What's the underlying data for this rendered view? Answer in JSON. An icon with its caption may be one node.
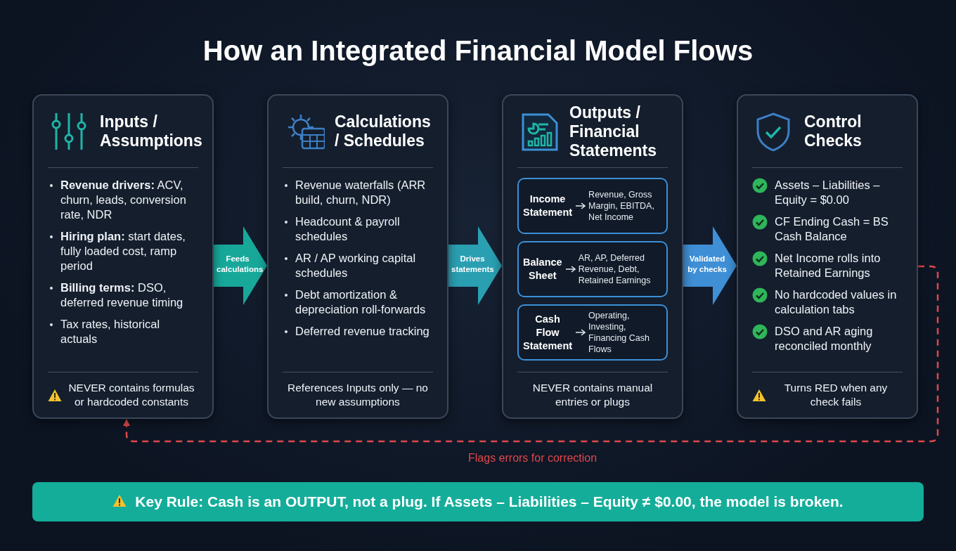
{
  "diagram": {
    "title": "How an Integrated Financial Model Flows",
    "nodes": [
      {
        "text": [
          "Inputs / Assumptions",
          "**Revenue drivers:** ACV, churn, leads, conversion rate, NDR",
          "**Hiring plan:** start dates, fully loaded cost, ramp period",
          "**Billing terms:** DSO, deferred revenue timing",
          "Tax rates, historical actuals",
          "NEVER contains formulas or hardcoded constants"
        ]
      },
      {
        "text": [
          "Calculations / Schedules",
          "Revenue waterfalls (ARR build, churn, NDR)",
          "Headcount & payroll schedules",
          "AR / AP working capital schedules",
          "Debt amortization & depreciation roll-forwards",
          "Deferred revenue tracking",
          "References Inputs only — no new assumptions"
        ]
      },
      {
        "text": [
          "Outputs / Financial Statements",
          "NEVER contains manual entries or plugs"
        ]
      },
      {
        "text": [
          "Income Statement",
          "Revenue, Gross Margin, EBITDA, Net Income"
        ],
        "in": 2
      },
      {
        "text": [
          "Balance Sheet",
          "AR, AP, Deferred Revenue, Debt, Retained Earnings"
        ],
        "in": 2
      },
      {
        "text": [
          "Cash Flow Statement",
          "Operating, Investing, Financing Cash Flows"
        ],
        "in": 2
      },
      {
        "text": [
          "Control Checks",
          "Assets – Liabilities – Equity = $0.00",
          "CF Ending Cash = BS Cash Balance",
          "Net Income rolls into Retained Earnings",
          "No hardcoded values in calculation tabs",
          "DSO and AR aging reconciled monthly",
          "Turns RED when any check fails"
        ]
      },
      {
        "text": [
          "Key Rule: Cash is an OUTPUT, not a plug. If Assets – Liabilities – Equity ≠ $0.00, the model is broken."
        ]
      }
    ],
    "edges": [
      {
        "from": 0,
        "to": 1,
        "arrow": "to",
        "label": "Feeds calculations",
        "color": "#17a89a"
      },
      {
        "from": 1,
        "to": 2,
        "arrow": "to",
        "label": "Drives statements",
        "color": "#2a9fb2"
      },
      {
        "from": 2,
        "to": 6,
        "arrow": "to",
        "label": "Validated by checks",
        "color": "#3f8fd6"
      },
      {
        "from": 6,
        "to": 0,
        "arrow": "to",
        "label": "Flags errors for correction",
        "style": "dashed",
        "color": "#e0474c"
      }
    ]
  }
}
